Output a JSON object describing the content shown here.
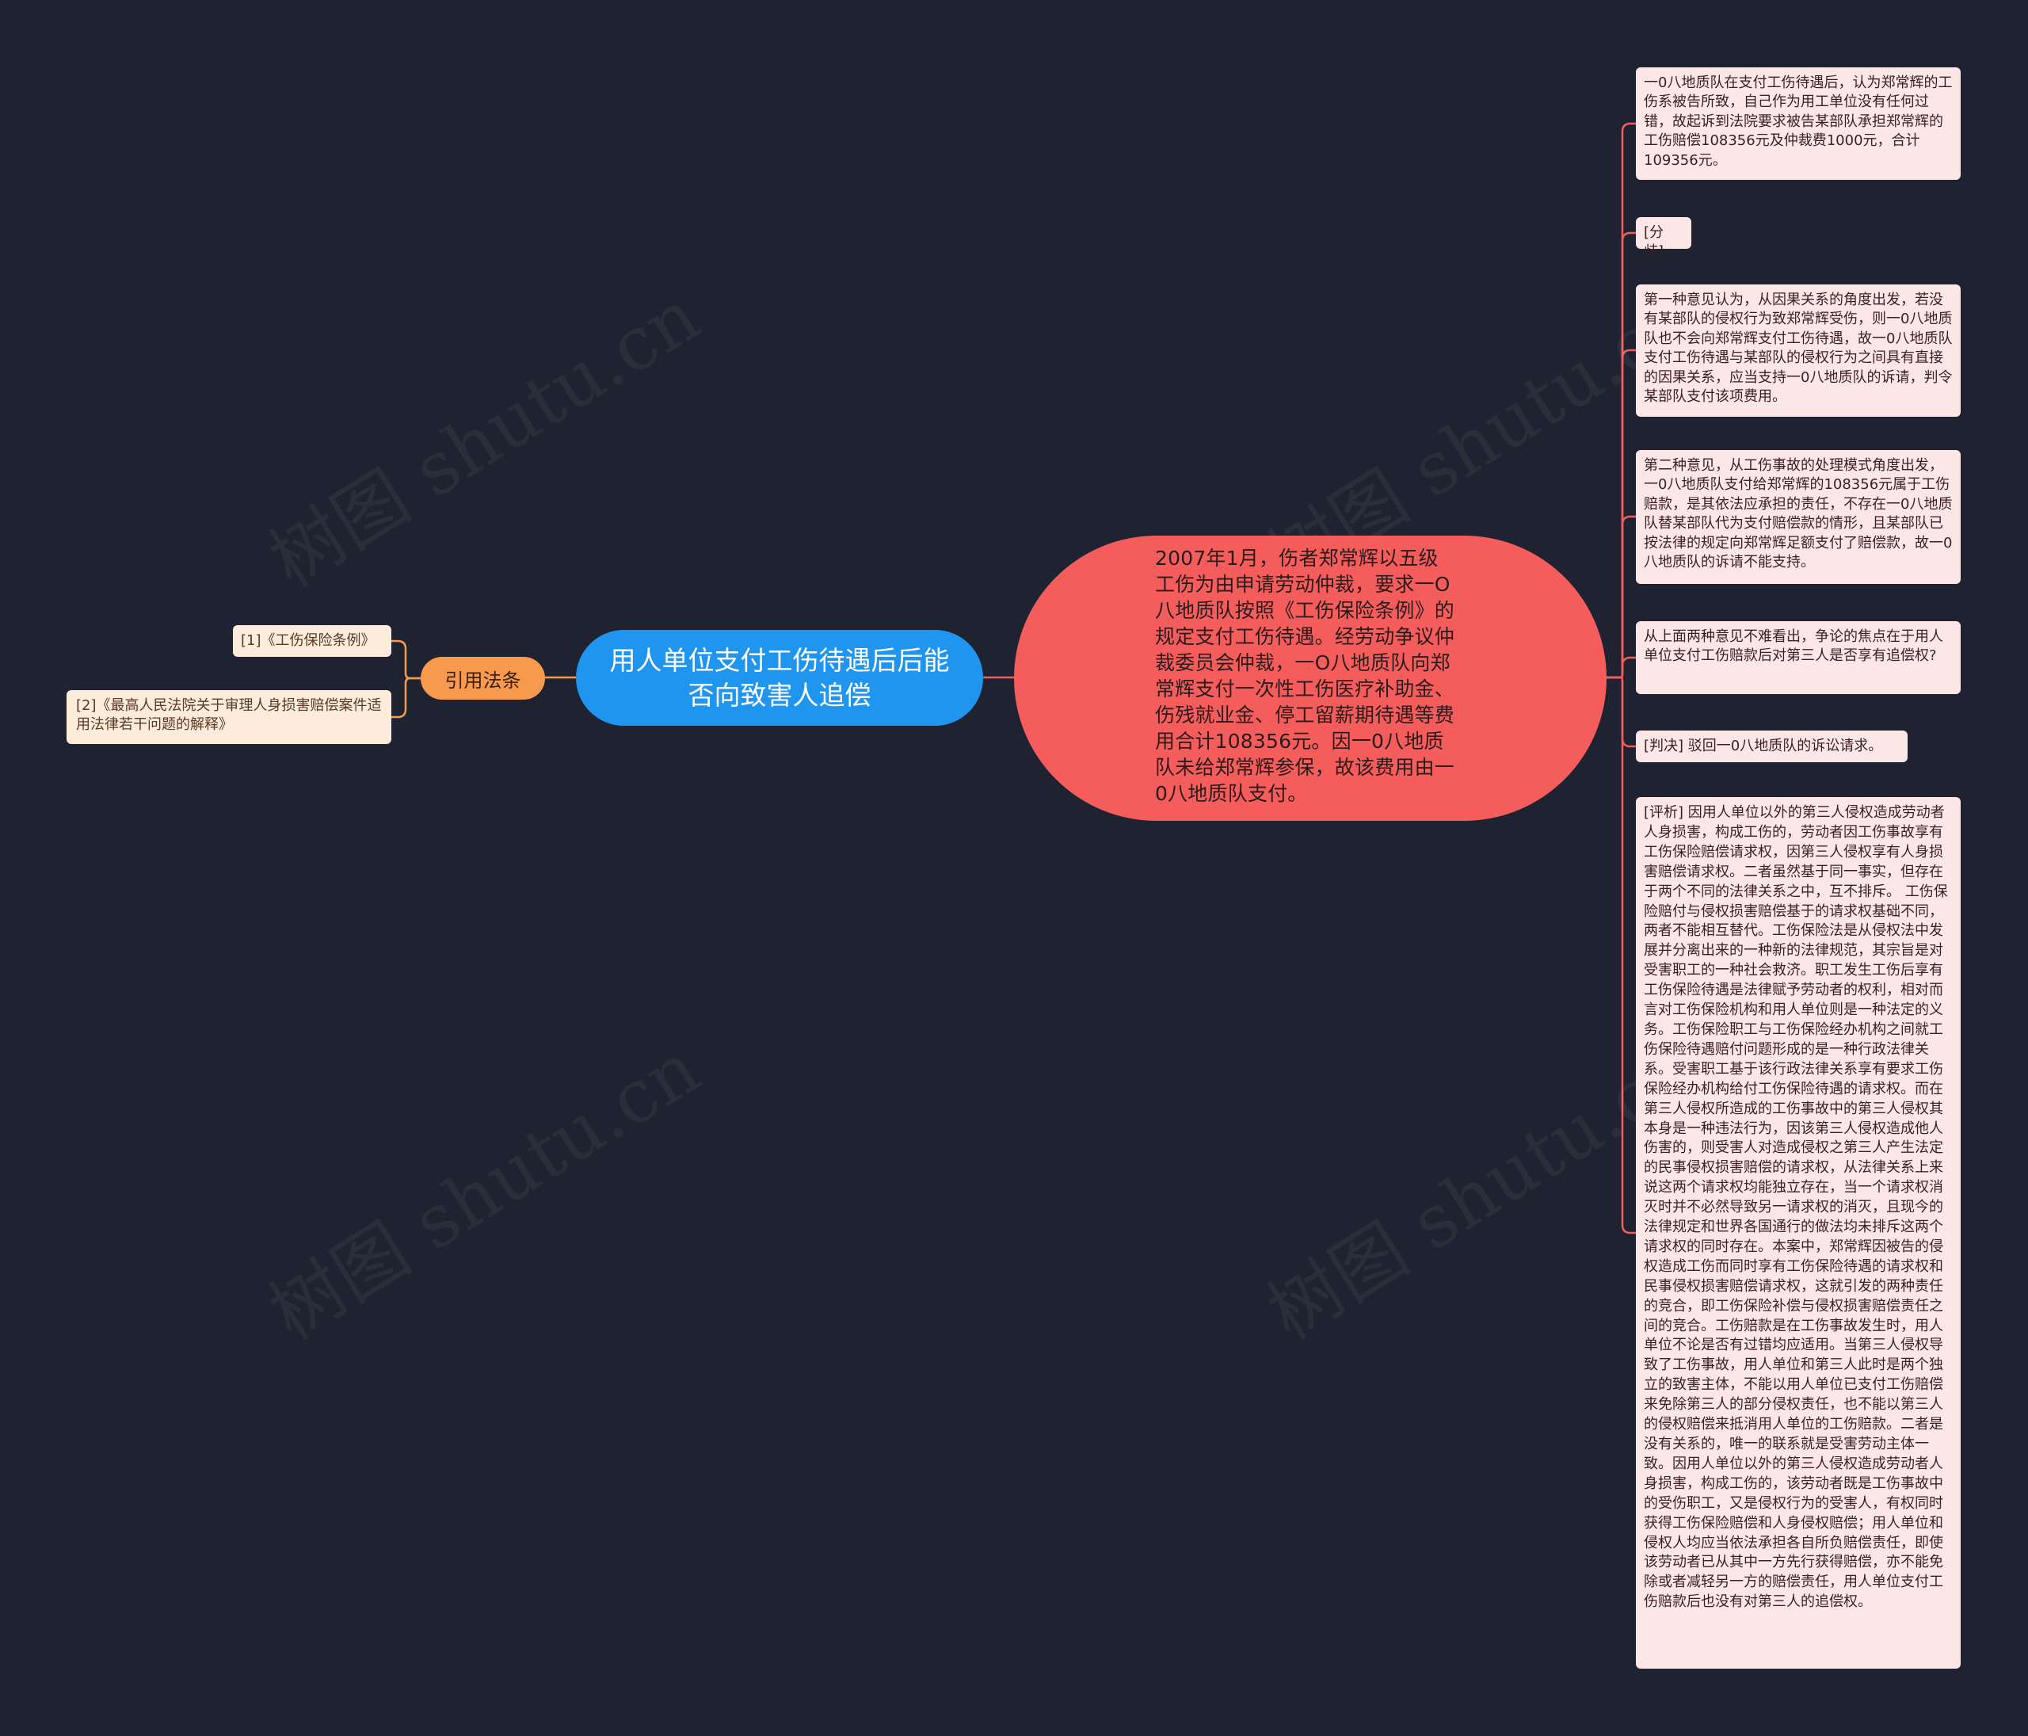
{
  "colors": {
    "background": "#1f2230",
    "root": "#1f95f0",
    "main_topic": "#f45d5c",
    "tag": "#f79a4e",
    "ref_box": "#fdebdc",
    "leaf_box": "#fde7e6",
    "link_left": "#f79a4e",
    "link_right": "#f45d5c",
    "link_center": "#f45d5c"
  },
  "root": {
    "label": "用人单位支付工伤待遇后后能否向致害人追偿"
  },
  "main_topic": {
    "text": "2007年1月，伤者郑常辉以五级工伤为由申请劳动仲裁，要求一O八地质队按照《工伤保险条例》的规定支付工伤待遇。经劳动争议仲裁委员会仲裁，一O八地质队向郑常辉支付一次性工伤医疗补助金、伤残就业金、停工留薪期待遇等费用合计108356元。因一0八地质队未给郑常辉参保，故该费用由一0八地质队支付。"
  },
  "left_branch": {
    "label": "引用法条",
    "items": [
      "[1]《工伤保险条例》",
      "[2]《最高人民法院关于审理人身损害赔偿案件适用法律若干问题的解释》"
    ]
  },
  "right_leaves": [
    "一0八地质队在支付工伤待遇后，认为郑常辉的工伤系被告所致，自己作为用工单位没有任何过错，故起诉到法院要求被告某部队承担郑常辉的工伤赔偿108356元及仲裁费1000元，合计109356元。",
    "[分歧]",
    "第一种意见认为，从因果关系的角度出发，若没有某部队的侵权行为致郑常辉受伤，则一0八地质队也不会向郑常辉支付工伤待遇，故一0八地质队支付工伤待遇与某部队的侵权行为之间具有直接的因果关系，应当支持一0八地质队的诉请，判令某部队支付该项费用。",
    "第二种意见，从工伤事故的处理模式角度出发，一0八地质队支付给郑常辉的108356元属于工伤赔款，是其依法应承担的责任，不存在一0八地质队替某部队代为支付赔偿款的情形，且某部队已按法律的规定向郑常辉足额支付了赔偿款，故一0八地质队的诉请不能支持。",
    "从上面两种意见不难看出，争论的焦点在于用人单位支付工伤赔款后对第三人是否享有追偿权?",
    "[判决] 驳回一0八地质队的诉讼请求。",
    "[评析]  因用人单位以外的第三人侵权造成劳动者人身损害，构成工伤的，劳动者因工伤事故享有工伤保险赔偿请求权，因第三人侵权享有人身损害赔偿请求权。二者虽然基于同一事实，但存在于两个不同的法律关系之中，互不排斥。 工伤保险赔付与侵权损害赔偿基于的请求权基础不同，两者不能相互替代。工伤保险法是从侵权法中发展并分离出来的一种新的法律规范，其宗旨是对受害职工的一种社会救济。职工发生工伤后享有工伤保险待遇是法律赋予劳动者的权利，相对而言对工伤保险机构和用人单位则是一种法定的义务。工伤保险职工与工伤保险经办机构之间就工伤保险待遇赔付问题形成的是一种行政法律关系。受害职工基于该行政法律关系享有要求工伤保险经办机构给付工伤保险待遇的请求权。而在第三人侵权所造成的工伤事故中的第三人侵权其本身是一种违法行为，因该第三人侵权造成他人伤害的，则受害人对造成侵权之第三人产生法定的民事侵权损害赔偿的请求权，从法律关系上来说这两个请求权均能独立存在，当一个请求权消灭时并不必然导致另一请求权的消灭，且现今的法律规定和世界各国通行的做法均未排斥这两个请求权的同时存在。本案中，郑常辉因被告的侵权造成工伤而同时享有工伤保险待遇的请求权和民事侵权损害赔偿请求权，这就引发的两种责任的竞合，即工伤保险补偿与侵权损害赔偿责任之间的竞合。工伤赔款是在工伤事故发生时，用人单位不论是否有过错均应适用。当第三人侵权导致了工伤事故，用人单位和第三人此时是两个独立的致害主体，不能以用人单位已支付工伤赔偿来免除第三人的部分侵权责任，也不能以第三人的侵权赔偿来抵消用人单位的工伤赔款。二者是没有关系的，唯一的联系就是受害劳动主体一致。因用人单位以外的第三人侵权造成劳动者人身损害，构成工伤的，该劳动者既是工伤事故中的受伤职工，又是侵权行为的受害人，有权同时获得工伤保险赔偿和人身侵权赔偿；用人单位和侵权人均应当依法承担各自所负赔偿责任，即使该劳动者已从其中一方先行获得赔偿，亦不能免除或者减轻另一方的赔偿责任，用人单位支付工伤赔款后也没有对第三人的追偿权。"
  ]
}
